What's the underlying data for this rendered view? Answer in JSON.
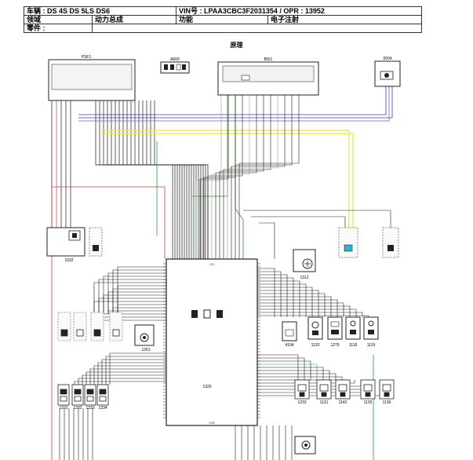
{
  "header": {
    "vehicle": "车辆 : DS 4S DS 5LS DS6",
    "vin": "VIN号 : LPAA3CBC3F2031354 / OPR : 13952",
    "field_label": "领域",
    "field_value": "动力总成",
    "function_label": "功能",
    "function_value": "电子注射",
    "parts_label": "零件 :"
  },
  "diagram": {
    "title": "原理",
    "components": {
      "psf1": "PSF1",
      "a600": "A600",
      "bsi1": "BSI1",
      "c0004": "0004",
      "c1032": "1032",
      "c1312": "1312",
      "c1320": "1320",
      "c1261": "1261",
      "c4104": "4104",
      "c1120": "1120",
      "c1279": "1279",
      "c1118": "1118",
      "c1119": "1119",
      "c1331": "1331",
      "c1332": "1332",
      "c1333": "1333",
      "c1334": "1334",
      "c1233": "1233",
      "c1131": "1131",
      "c1142": "1142",
      "c1135": "1135",
      "c1136": "1136"
    },
    "colors": {
      "black": "#1a1a1a",
      "blue": "#2f3fd6",
      "purple": "#8a55b8",
      "yellow": "#eaea30",
      "green": "#2f9a2f",
      "red": "#d63a3a",
      "gray": "#9a9a9a",
      "cyan": "#2cb6d6"
    }
  }
}
